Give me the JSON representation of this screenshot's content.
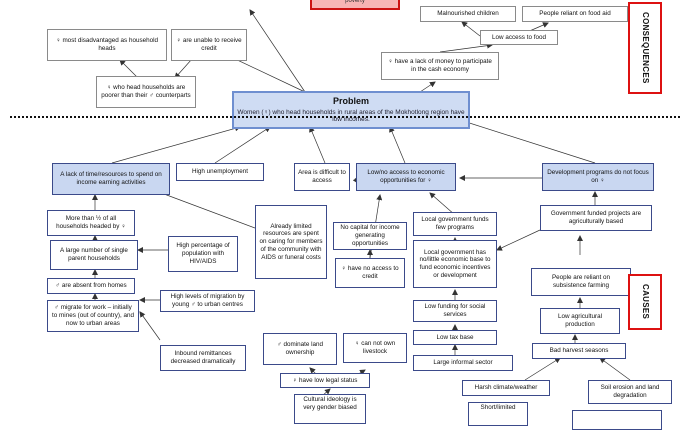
{
  "problem": {
    "title": "Problem",
    "text": "Women (♀) who head households in rural areas of the Mokhotlong region have low incomes."
  },
  "side_labels": {
    "consequences": "CONSEQUENCES",
    "causes": "CAUSES"
  },
  "top_partial": "poverty",
  "consequence_boxes": {
    "malnourished": "Malnourished children",
    "food_aid": "People reliant on food aid",
    "low_food": "Low access to food",
    "lack_money": "♀ have a lack of money to participate in the cash economy",
    "disadvantaged": "♀ most disadvantaged as household heads",
    "unable_credit": "♀ are unable to receive credit",
    "poorer": "♀ who head households are poorer than their ♂ counterparts"
  },
  "cause_boxes": {
    "lack_time": "A lack of time/resources to spend on income earning activities",
    "high_unemployment": "High unemployment",
    "area_difficult": "Area is difficult to access",
    "low_access_econ": "Low/no access to economic opportunities for ♀",
    "dev_programs": "Development programs do not focus on ♀",
    "more_than_half": "More than ½ of all households headed by ♀",
    "single_parent": "A large number of single parent households",
    "absent_homes": "♂ are absent from homes",
    "migrate_work": "♂ migrate for work – initially to mines (out of country), and now to urban areas",
    "hiv_aids": "High percentage of population with HIV/AIDS",
    "already_limited": "Already limited resources are spent on caring for members of the community with AIDS or funeral costs",
    "high_migration": "High levels of migration by young ♂ to urban centres",
    "inbound_remit": "Inbound remittances decreased dramatically",
    "no_capital": "No capital for income generating opportunities",
    "no_credit": "♀ have no access to credit",
    "local_gov_funds": "Local government funds few programs",
    "local_gov_has": "Local government has no/little economic base to fund economic incentives or development",
    "low_social": "Low funding for social services",
    "low_tax": "Low tax base",
    "informal": "Large informal sector",
    "gov_funded": "Government funded projects are agriculturally based",
    "reliant_farming": "People are reliant on subsistence farming",
    "low_agri": "Low agricultural production",
    "bad_harvest": "Bad harvest seasons",
    "harsh_climate": "Harsh climate/weather",
    "soil_erosion": "Soil erosion and land degradation",
    "dominate_land": "♂ dominate land ownership",
    "not_livestock": "♀ can not own livestock",
    "low_legal": "♀ have low legal status",
    "cultural": "Cultural ideology is very gender biased",
    "short_limited": "Short/limited"
  }
}
